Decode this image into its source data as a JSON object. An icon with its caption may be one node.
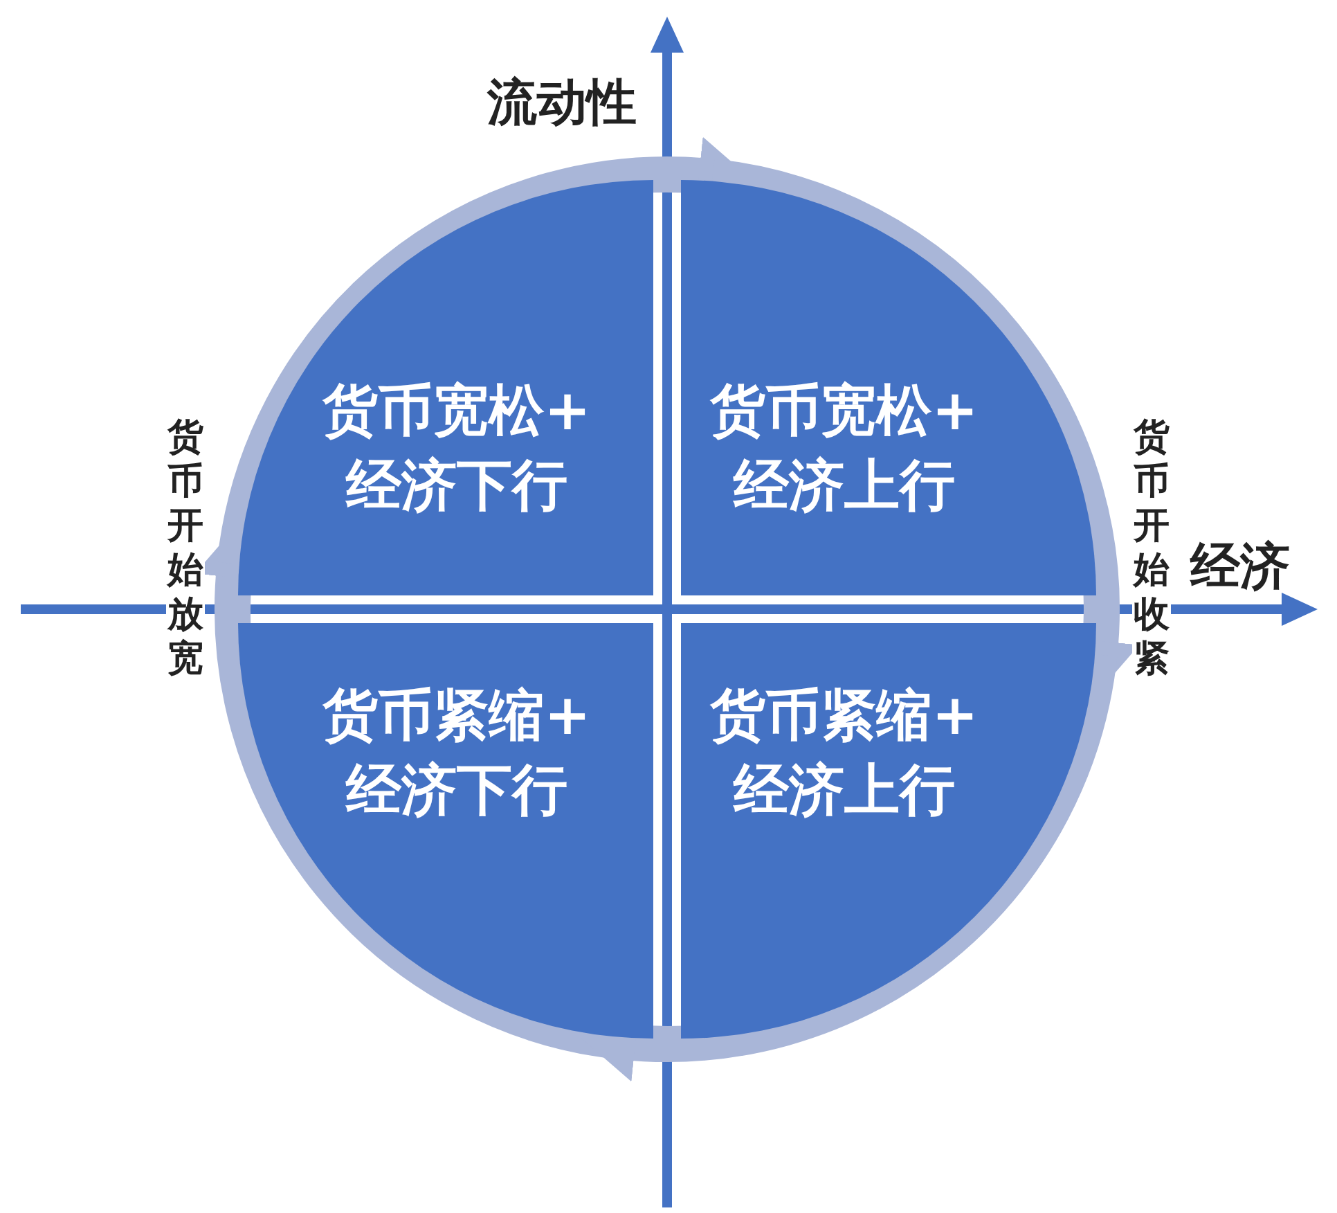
{
  "diagram": {
    "nodes": [
      {
        "text": [
          "货币宽松+经济下行"
        ]
      },
      {
        "text": [
          "货币宽松+经济上行"
        ]
      },
      {
        "text": [
          "货币紧缩+经济下行"
        ]
      },
      {
        "text": [
          "货币紧缩+经济上行"
        ]
      }
    ],
    "edges": [
      {
        "from": 2,
        "to": 0,
        "arrow": "to",
        "label": "货币开始放宽"
      },
      {
        "from": 0,
        "to": 1,
        "arrow": "to"
      },
      {
        "from": 1,
        "to": 3,
        "arrow": "to",
        "label": "货币开始收紧"
      },
      {
        "from": 3,
        "to": 2,
        "arrow": "to"
      }
    ],
    "labels": [
      "流动性",
      "经济"
    ]
  }
}
